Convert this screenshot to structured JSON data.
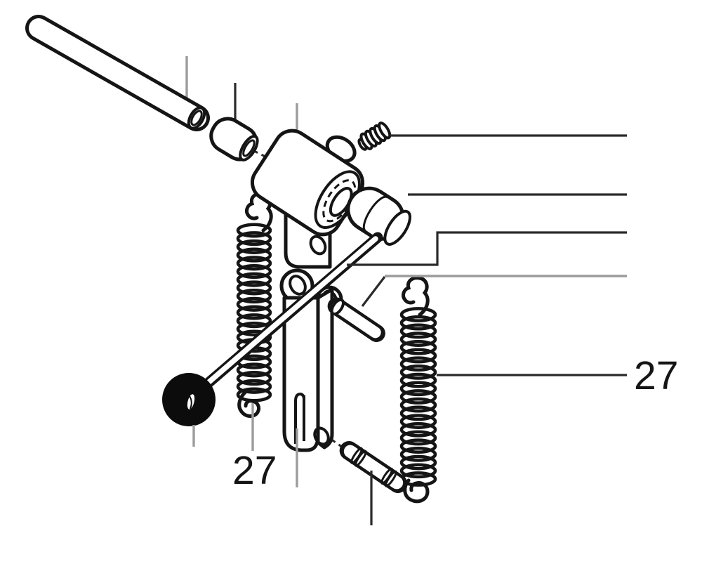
{
  "diagram": {
    "kind": "exploded-parts-diagram",
    "background": "#ffffff",
    "colors": {
      "outline": "#151515",
      "leader_dark": "#2a2a2a",
      "leader_gray": "#9c9c9c",
      "ball_fill": "#0c0c0c",
      "label_text": "#151515"
    },
    "callouts": {
      "left": {
        "text": "27"
      },
      "right": {
        "text": "27"
      }
    },
    "parts": [
      "rod",
      "bushing",
      "housing-body",
      "set-screw",
      "knob",
      "lever-shaft",
      "lever-ball",
      "left-extension-spring",
      "right-extension-spring",
      "link-bar",
      "upper-clevis-pin",
      "lower-clevis-pin"
    ]
  }
}
